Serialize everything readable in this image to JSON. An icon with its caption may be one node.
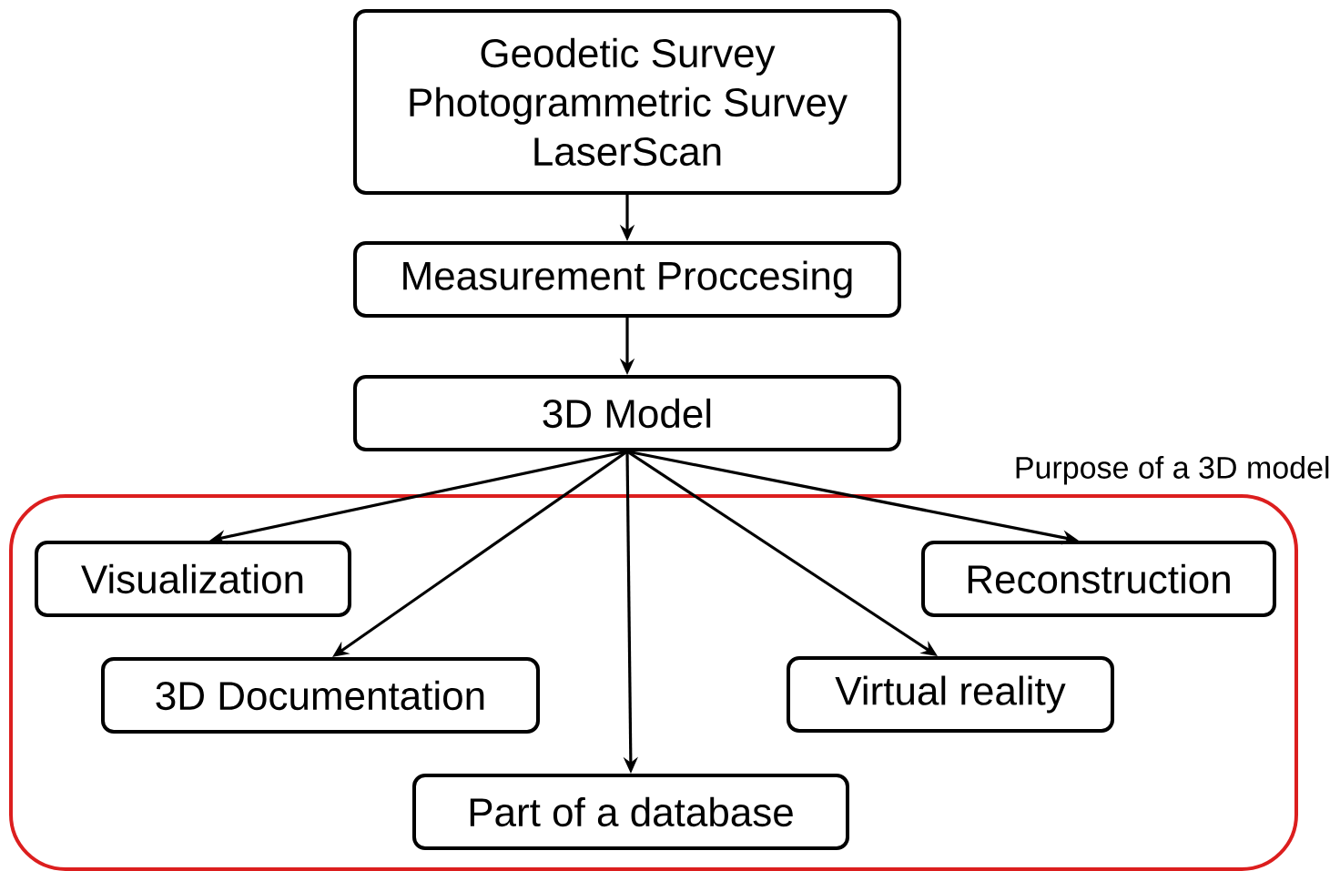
{
  "diagram": {
    "nodes": [
      {
        "text": [
          "Geodetic Survey",
          "Photogrammetric Survey",
          "LaserScan"
        ]
      },
      {
        "text": [
          "Measurement Proccesing"
        ]
      },
      {
        "text": [
          "3D Model"
        ]
      },
      {
        "text": [
          "Purpose of a 3D model"
        ]
      },
      {
        "text": [
          "Visualization"
        ],
        "in": 3
      },
      {
        "text": [
          "Reconstruction"
        ],
        "in": 3
      },
      {
        "text": [
          "3D Documentation"
        ],
        "in": 3
      },
      {
        "text": [
          "Virtual reality"
        ],
        "in": 3
      },
      {
        "text": [
          "Part of a database"
        ],
        "in": 3
      }
    ],
    "edges": [
      {
        "from": 0,
        "to": 1,
        "arrow": "to"
      },
      {
        "from": 1,
        "to": 2,
        "arrow": "to"
      },
      {
        "from": 2,
        "to": 4,
        "arrow": "to"
      },
      {
        "from": 2,
        "to": 6,
        "arrow": "to"
      },
      {
        "from": 2,
        "to": 8,
        "arrow": "to"
      },
      {
        "from": 2,
        "to": 7,
        "arrow": "to"
      },
      {
        "from": 2,
        "to": 5,
        "arrow": "to"
      }
    ]
  }
}
